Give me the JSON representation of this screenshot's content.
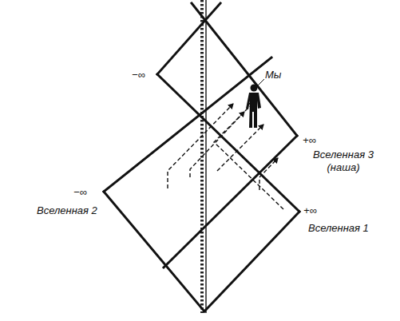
{
  "diagram": {
    "labels": [
      "−∞",
      "Мы",
      "+∞",
      "Вселенная 3 (наша)",
      "−∞",
      "Вселенная 2",
      "+∞",
      "Вселенная 1"
    ]
  }
}
